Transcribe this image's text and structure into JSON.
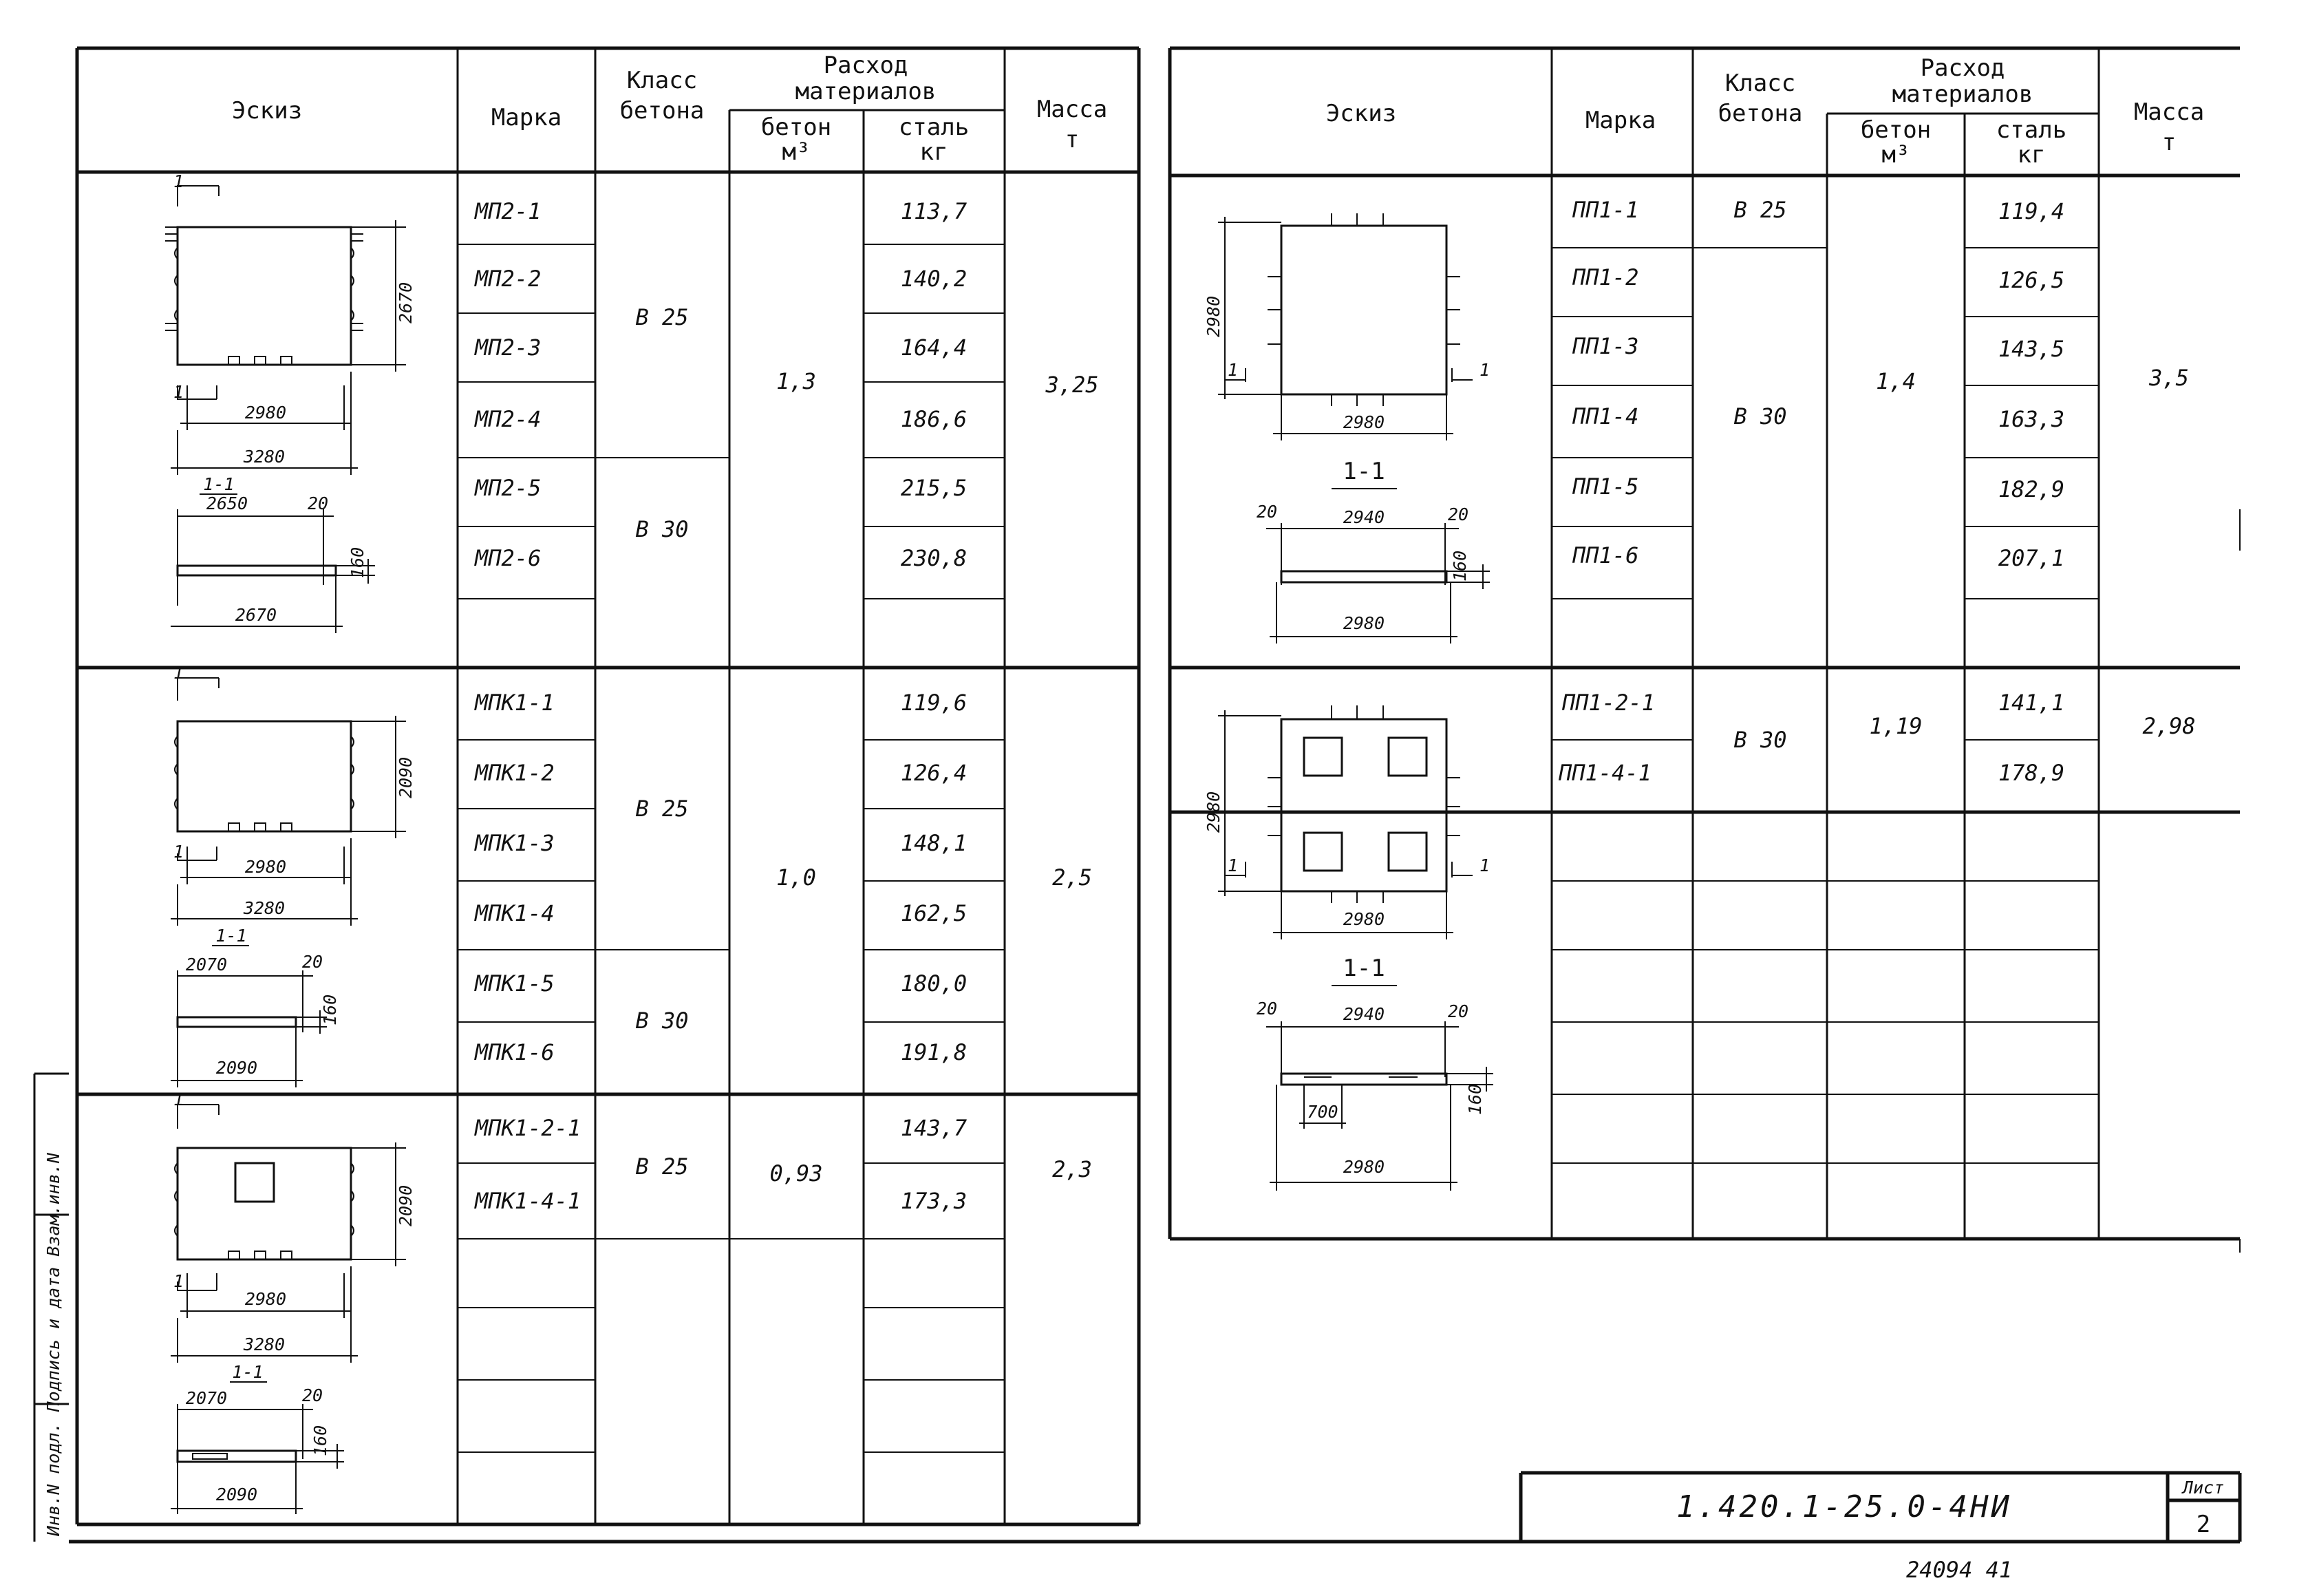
{
  "header": {
    "sketch": "Эскиз",
    "mark": "Марка",
    "class_l1": "Класс",
    "class_l2": "бетона",
    "consumption_l1": "Расход",
    "consumption_l2": "материалов",
    "concrete_l1": "бетон",
    "concrete_l2": "м³",
    "steel_l1": "сталь",
    "steel_l2": "кг",
    "mass_l1": "Масса",
    "mass_l2": "т"
  },
  "left_table": {
    "rows": [
      {
        "mark": "МП2-1",
        "steel": "113,7"
      },
      {
        "mark": "МП2-2",
        "steel": "140,2"
      },
      {
        "mark": "МП2-3",
        "steel": "164,4"
      },
      {
        "mark": "МП2-4",
        "steel": "186,6"
      },
      {
        "mark": "МП2-5",
        "steel": "215,5"
      },
      {
        "mark": "МП2-6",
        "steel": "230,8"
      },
      {
        "mark": "",
        "steel": ""
      },
      {
        "mark": "МПК1-1",
        "steel": "119,6"
      },
      {
        "mark": "МПК1-2",
        "steel": "126,4"
      },
      {
        "mark": "МПК1-3",
        "steel": "148,1"
      },
      {
        "mark": "МПК1-4",
        "steel": "162,5"
      },
      {
        "mark": "МПК1-5",
        "steel": "180,0"
      },
      {
        "mark": "МПК1-6",
        "steel": "191,8"
      },
      {
        "mark": "МПК1-2-1",
        "steel": "143,7"
      },
      {
        "mark": "МПК1-4-1",
        "steel": "173,3"
      }
    ],
    "groups": [
      {
        "class_a": "В 25",
        "class_b": "В 30",
        "concrete": "1,3",
        "mass": "3,25"
      },
      {
        "class_a": "В 25",
        "class_b": "В 30",
        "concrete": "1,0",
        "mass": "2,5"
      },
      {
        "class_a": "В 25",
        "concrete": "0,93",
        "mass": "2,3"
      }
    ]
  },
  "right_table": {
    "rows": [
      {
        "mark": "ПП1-1",
        "steel": "119,4"
      },
      {
        "mark": "ПП1-2",
        "steel": "126,5"
      },
      {
        "mark": "ПП1-3",
        "steel": "143,5"
      },
      {
        "mark": "ПП1-4",
        "steel": "163,3"
      },
      {
        "mark": "ПП1-5",
        "steel": "182,9"
      },
      {
        "mark": "ПП1-6",
        "steel": "207,1"
      },
      {
        "mark": "ПП1-2-1",
        "steel": "141,1"
      },
      {
        "mark": "ПП1-4-1",
        "steel": "178,9"
      }
    ],
    "groups": [
      {
        "class_a": "В 25",
        "class_b": "В 30",
        "concrete": "1,4",
        "mass": "3,5"
      },
      {
        "class_a": "В 30",
        "concrete": "1,19",
        "mass": "2,98"
      }
    ]
  },
  "sketch_dims": {
    "mp2": {
      "h": "2670",
      "inner": "2980",
      "outer": "3280",
      "section": "1-1",
      "sec_top": "2650",
      "sec_gap": "20",
      "sec_h": "160",
      "sec_bottom": "2670",
      "cut": "1"
    },
    "mpk1": {
      "h": "2090",
      "inner": "2980",
      "outer": "3280",
      "section": "1-1",
      "sec_top": "2070",
      "sec_gap": "20",
      "sec_h": "160",
      "sec_bottom": "2090",
      "cut": "1"
    },
    "mpk1_hole": {
      "h": "2090",
      "inner": "2980",
      "outer": "3280",
      "section": "1-1",
      "sec_top": "2070",
      "sec_gap": "20",
      "sec_h": "160",
      "sec_bottom": "2090",
      "cut": "1"
    },
    "pp1": {
      "h": "2980",
      "w": "2980",
      "section": "1-1",
      "left": "20",
      "sec_top": "2940",
      "right": "20",
      "sec_h": "160",
      "sec_bottom": "2980",
      "cut": "1"
    },
    "pp1_holes": {
      "h": "2980",
      "w": "2980",
      "section": "1-1",
      "left": "20",
      "sec_top": "2940",
      "right": "20",
      "sec_h": "160",
      "hole": "700",
      "sec_bottom": "2980",
      "cut": "1"
    }
  },
  "stamp": {
    "code": "1.420.1-25.0-4НИ",
    "sheet_label": "Лист",
    "sheet_no": "2"
  },
  "side_label": "Инв.N подл.   Подпись и дата   Взам.инв.N",
  "footer_note": "24094   41"
}
